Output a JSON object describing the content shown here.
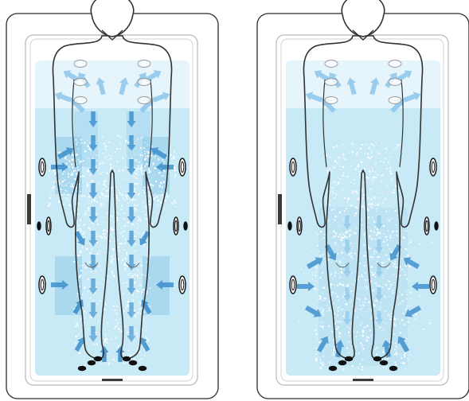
{
  "colors": {
    "background": "#ffffff",
    "tub_outline": "#2b2b2b",
    "tub_inner_line": "#b9b9b9",
    "water": "#c8e9f6",
    "water_deep": "#a9dbf0",
    "jet_zone": "#8fcbe9",
    "jet_arrow": "#2f86c8",
    "jet_arrow_light": "#8cc6ea",
    "bubbles": "#ffffff",
    "figure_outline": "#333333",
    "figure_fill": "#ffffff",
    "jet_nozzle": "#111111"
  },
  "panels": [
    {
      "id": "left-tub",
      "jet_mode": "full-body-with-leg-zones"
    },
    {
      "id": "right-tub",
      "jet_mode": "lower-body-wide-spread"
    }
  ],
  "icons": [
    "human-figure-icon",
    "bathtub-icon",
    "jet-arrow-icon",
    "jet-nozzle-icon"
  ]
}
